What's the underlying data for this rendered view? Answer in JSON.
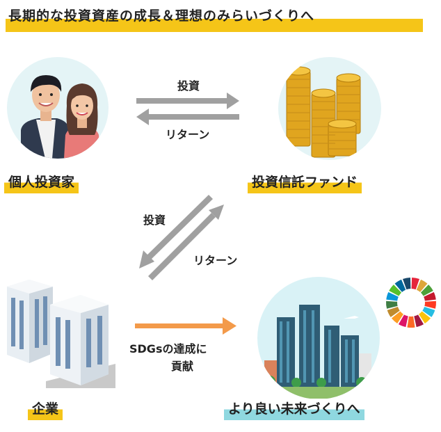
{
  "title": "長期的な投資資産の成長＆理想のみらいづくりへ",
  "nodes": {
    "investor": "個人投資家",
    "fund": "投資信託ファンド",
    "company": "企業",
    "future": "より良い未来づくりへ"
  },
  "arrows": {
    "top_invest": "投資",
    "top_return": "リターン",
    "diag_invest": "投資",
    "diag_return": "リターン",
    "sdgs_line1": "SDGsの達成に",
    "sdgs_line2": "貢献"
  },
  "colors": {
    "yellow": "#f5c518",
    "teal": "#8fd8e0",
    "arrow_gray": "#a0a0a0",
    "arrow_orange": "#f39a4a"
  }
}
